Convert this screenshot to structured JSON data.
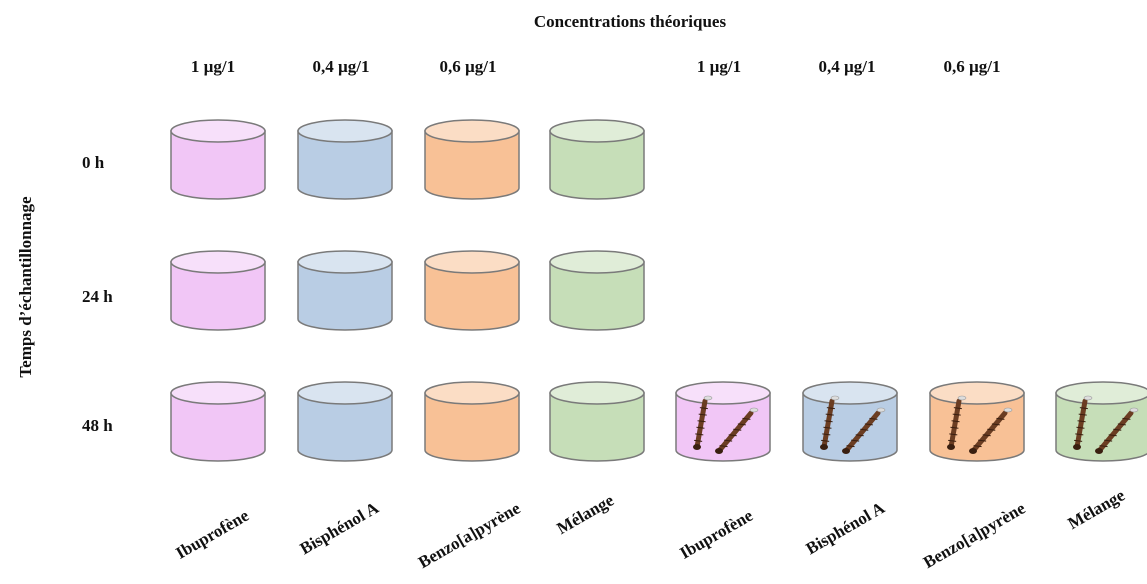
{
  "title": "Concentrations théoriques",
  "y_axis_label": "Temps d’échantillonnage",
  "concentrations": [
    "1 µg/1",
    "0,4 µg/1",
    "0,6 µg/1",
    "1 µg/1",
    "0,4 µg/1",
    "0,6 µg/1"
  ],
  "times": [
    "0 h",
    "24 h",
    "48 h"
  ],
  "compounds": [
    "Ibuprofène",
    "Bisphénol A",
    "Benzo[a]pyrène",
    "Mélange",
    "Ibuprofène",
    "Bisphénol A",
    "Benzo[a]pyrène",
    "Mélange"
  ],
  "colors": {
    "ibuprofene": "#f1c6f6",
    "bisphenol": "#b9cde4",
    "benzo": "#f8c196",
    "melange": "#c6deb8",
    "outline": "#7a7a7a",
    "larva": "#6b3d22"
  },
  "column_colors": [
    "ibuprofene",
    "bisphenol",
    "benzo",
    "melange",
    "ibuprofene",
    "bisphenol",
    "benzo",
    "melange"
  ],
  "cylinders": [
    {
      "column": 0,
      "time": 0,
      "larvae": false
    },
    {
      "column": 1,
      "time": 0,
      "larvae": false
    },
    {
      "column": 2,
      "time": 0,
      "larvae": false
    },
    {
      "column": 3,
      "time": 0,
      "larvae": false
    },
    {
      "column": 0,
      "time": 1,
      "larvae": false
    },
    {
      "column": 1,
      "time": 1,
      "larvae": false
    },
    {
      "column": 2,
      "time": 1,
      "larvae": false
    },
    {
      "column": 3,
      "time": 1,
      "larvae": false
    },
    {
      "column": 0,
      "time": 2,
      "larvae": false
    },
    {
      "column": 1,
      "time": 2,
      "larvae": false
    },
    {
      "column": 2,
      "time": 2,
      "larvae": false
    },
    {
      "column": 3,
      "time": 2,
      "larvae": false
    },
    {
      "column": 4,
      "time": 2,
      "larvae": true
    },
    {
      "column": 5,
      "time": 2,
      "larvae": true
    },
    {
      "column": 6,
      "time": 2,
      "larvae": true
    },
    {
      "column": 7,
      "time": 2,
      "larvae": true
    }
  ]
}
